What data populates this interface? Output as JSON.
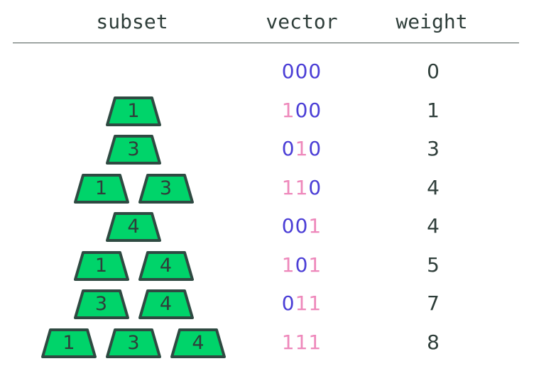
{
  "header": {
    "subset": "subset",
    "vector": "vector",
    "weight": "weight"
  },
  "colors": {
    "block_fill": "#00d46a",
    "block_stroke": "#2f4a42",
    "bit_zero": "#4b3ed6",
    "bit_one": "#ee88bb",
    "text": "#2f3e3a"
  },
  "rows": [
    {
      "subset": [],
      "vector": "000",
      "weight": "0"
    },
    {
      "subset": [
        "1"
      ],
      "vector": "100",
      "weight": "1"
    },
    {
      "subset": [
        "3"
      ],
      "vector": "010",
      "weight": "3"
    },
    {
      "subset": [
        "1",
        "3"
      ],
      "vector": "110",
      "weight": "4"
    },
    {
      "subset": [
        "4"
      ],
      "vector": "001",
      "weight": "4"
    },
    {
      "subset": [
        "1",
        "4"
      ],
      "vector": "101",
      "weight": "5"
    },
    {
      "subset": [
        "3",
        "4"
      ],
      "vector": "011",
      "weight": "7"
    },
    {
      "subset": [
        "1",
        "3",
        "4"
      ],
      "vector": "111",
      "weight": "8"
    }
  ]
}
